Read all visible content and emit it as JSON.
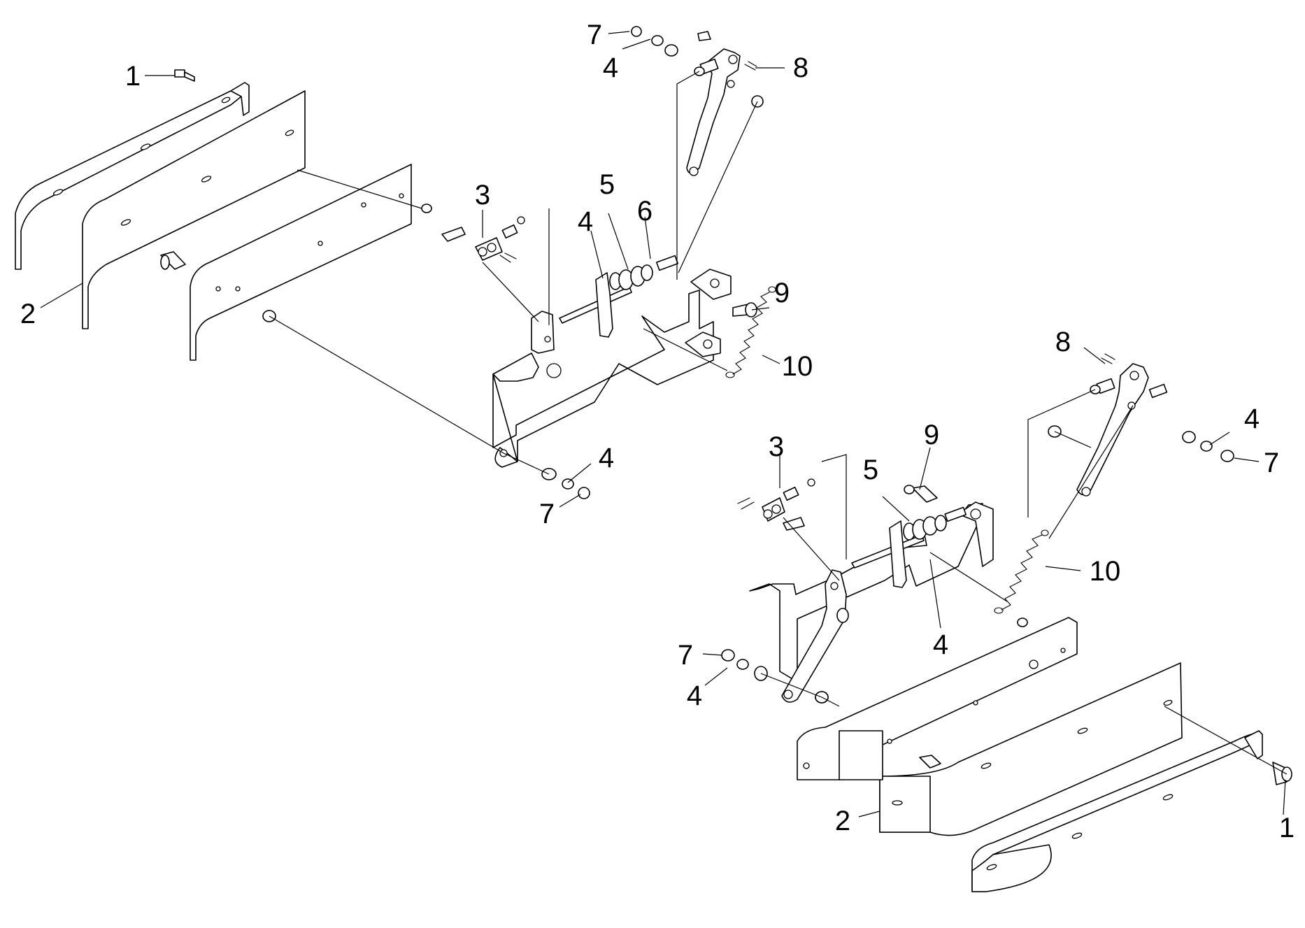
{
  "callouts": {
    "l1": "1",
    "l2": "2",
    "l3": "3",
    "l4a": "4",
    "l4b": "4",
    "l5": "5",
    "l6": "6",
    "l7a": "7",
    "l7b": "7",
    "l8": "8",
    "l9": "9",
    "l10": "10",
    "r1": "1",
    "r2": "2",
    "r3": "3",
    "r4a": "4",
    "r4b": "4",
    "r4c": "4",
    "r5": "5",
    "r7a": "7",
    "r7b": "7",
    "r8": "8",
    "r9": "9",
    "r10": "10"
  },
  "colors": {
    "line": "#000000",
    "background": "#ffffff"
  }
}
